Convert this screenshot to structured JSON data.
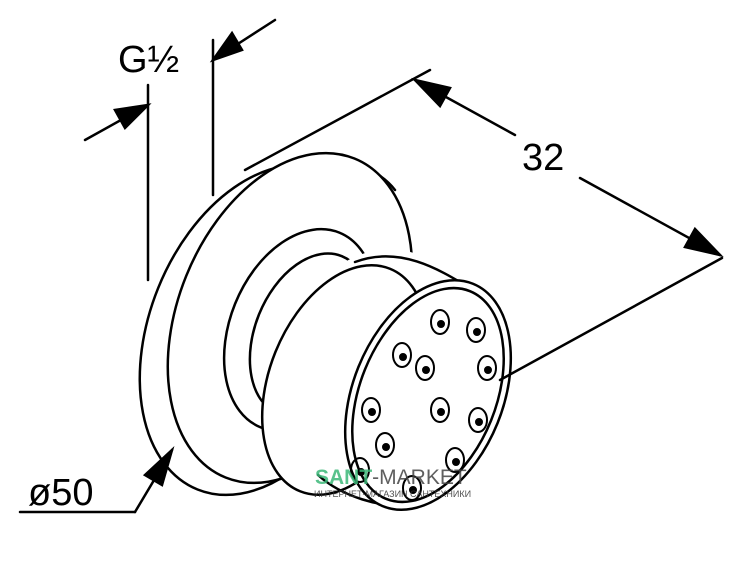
{
  "dimensions": {
    "thread": "G½",
    "depth": "32",
    "diameter": "ø50"
  },
  "watermark": {
    "brand_a": "SANT",
    "brand_b": "-MARKET",
    "tagline": "ИНТЕРНЕТ-МАГАЗИН САНТЕХНИКИ",
    "brand_color": "#3cb878"
  }
}
